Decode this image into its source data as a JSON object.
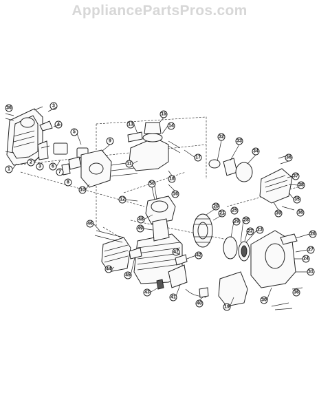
{
  "watermark": "AppliancePartsPros.com",
  "callouts": [
    "1",
    "2",
    "3",
    "4",
    "5",
    "6",
    "7",
    "8",
    "9",
    "10",
    "11",
    "12",
    "13",
    "14",
    "15",
    "16",
    "17",
    "18",
    "19",
    "20",
    "21",
    "22",
    "23",
    "24",
    "25",
    "26",
    "27",
    "28",
    "29",
    "30",
    "31",
    "32",
    "33",
    "34",
    "35",
    "36",
    "37",
    "38",
    "39",
    "40",
    "41",
    "42",
    "43",
    "44",
    "45",
    "46",
    "47",
    "48",
    "49",
    "50"
  ]
}
